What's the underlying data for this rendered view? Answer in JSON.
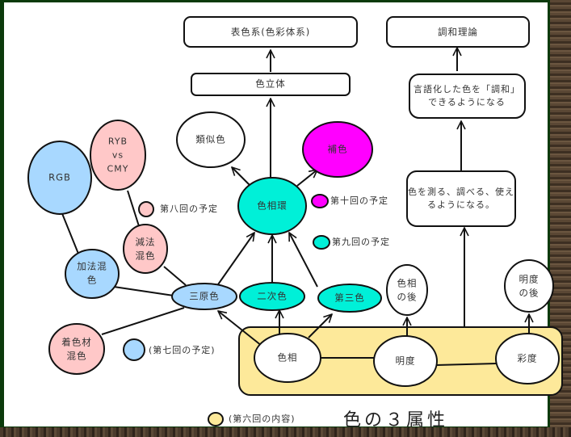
{
  "title": "色の３属性",
  "colors": {
    "pink": "#ffc8c8",
    "blue": "#a8d8ff",
    "cyan": "#00f0d8",
    "magenta": "#ff00ff",
    "yellow": "#fde99a",
    "white": "#ffffff",
    "stroke": "#111111"
  },
  "boxes": {
    "color_system": "表色系(色彩体系)",
    "color_solid": "色立体",
    "harmony_theory": "調和理論",
    "verbalize_harmony": "言語化した色を「調和」\nできるようになる",
    "measure_use": "色を測る、調べる、使え\nるようになる。"
  },
  "nodes": {
    "rgb": "RGB",
    "ryb_cmy": "RYB\nvs\nCMY",
    "subtractive": "減法\n混色",
    "additive": "加法混\n色",
    "colorant": "着色材\n混色",
    "primary": "三原色",
    "secondary": "二次色",
    "tertiary": "第三色",
    "hue_circle": "色相環",
    "analogous": "類似色",
    "complementary": "補色",
    "after_hue": "色相\nの後",
    "after_value": "明度\nの後",
    "hue": "色相",
    "value": "明度",
    "chroma": "彩度"
  },
  "legend": {
    "lesson7": "(第七回の予定)",
    "lesson8": "第八回の予定",
    "lesson9": "第九回の予定",
    "lesson10": "第十回の予定",
    "lesson6": "(第六回の内容)"
  }
}
